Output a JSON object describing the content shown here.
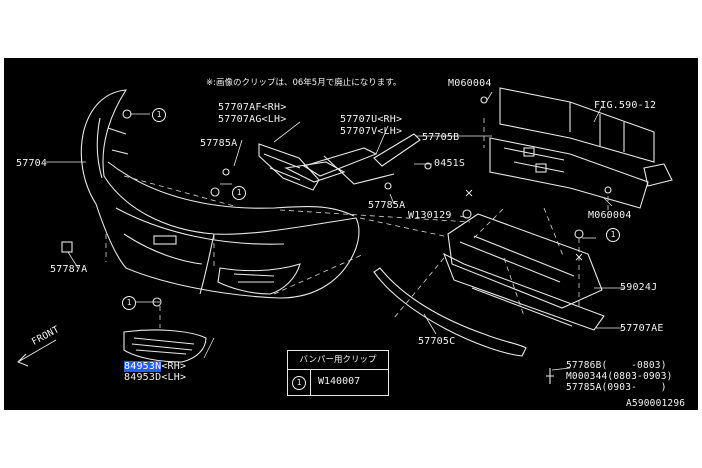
{
  "note": "※:画像のクリップは、06年5月で廃止になります。",
  "labels": {
    "p57704": "57704",
    "p57707af": "57707AF<RH>",
    "p57707ag": "57707AG<LH>",
    "p57785a_top": "57785A",
    "p57707u": "57707U<RH>",
    "p57707v": "57707V<LH>",
    "p57705b": "57705B",
    "p0451s": "0451S",
    "pm060004_top": "M060004",
    "pfig": "FIG.590-12",
    "pm060004_right": "M060004",
    "p57785a_mid": "57785A",
    "pw130129": "W130129",
    "p57787a": "57787A",
    "p59024j": "59024J",
    "p57707ae": "57707AE",
    "p57705c": "57705C",
    "p84953n_code": "84953N",
    "p84953n_side": "<RH>",
    "p84953d": "84953D<LH>",
    "p57786b": "57786B(    -0803)",
    "pm000344": "M000344(0803-0903)",
    "p57785a_bottom": "57785A(0903-    )",
    "front": "FRONT",
    "catalog": "A590001296"
  },
  "clip_marker": "1",
  "legend": {
    "title": "バンパー用クリップ",
    "number": "1",
    "part": "W140007"
  }
}
